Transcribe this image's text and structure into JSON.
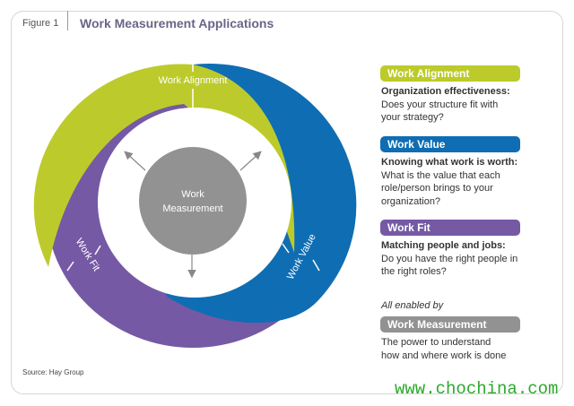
{
  "header": {
    "figure": "Figure 1",
    "title": "Work Measurement Applications"
  },
  "diagram": {
    "center": [
      "Work",
      "Measurement"
    ],
    "ring_labels": {
      "alignment": "Work Alignment",
      "value": "Work Value",
      "fit": "Work Fit"
    }
  },
  "colors": {
    "alignment": "#bccb2b",
    "value": "#0f6db3",
    "fit": "#7559a4",
    "measurement": "#929292"
  },
  "legend": [
    {
      "label": "Work Alignment",
      "heading": "Organization effectiveness:",
      "text": "Does your structure fit with your strategy?"
    },
    {
      "label": "Work Value",
      "heading": "Knowing what work is worth:",
      "text": "What is the value that each role/person brings to your organization?"
    },
    {
      "label": "Work Fit",
      "heading": "Matching people and jobs:",
      "text": "Do you have the right people in the right roles?"
    }
  ],
  "enabled": {
    "intro": "All enabled by",
    "label": "Work Measurement",
    "text": "The power to understand how and where work is done"
  },
  "source": "Source: Hay Group",
  "watermark": "www.chochina.com"
}
